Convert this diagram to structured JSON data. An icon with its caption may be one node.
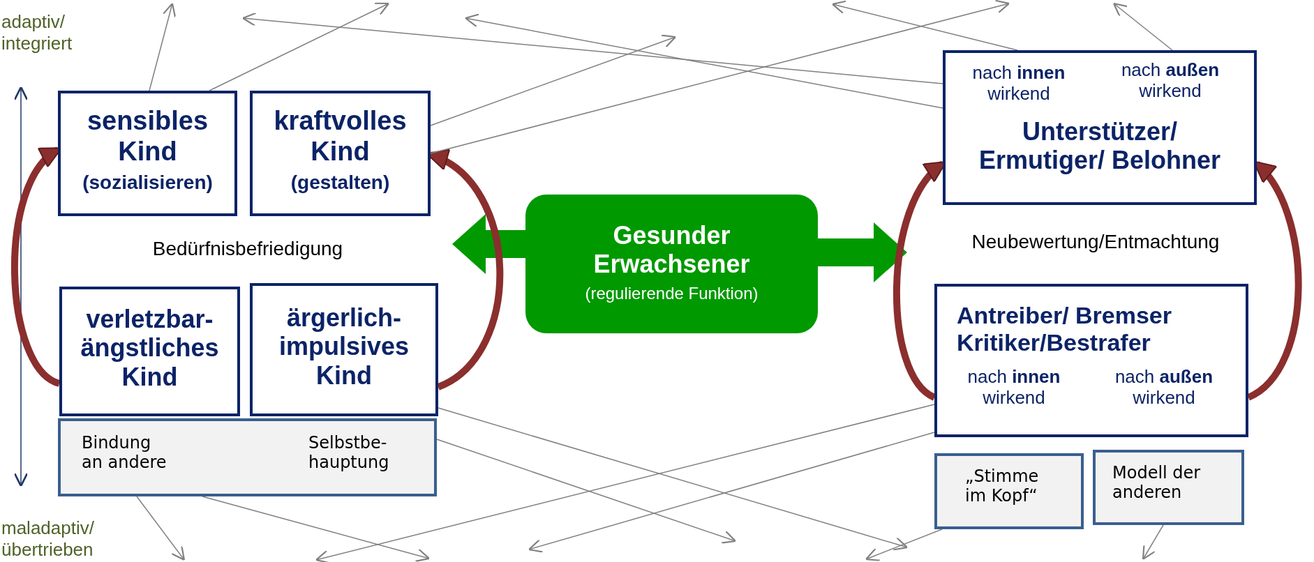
{
  "diagram": {
    "nodes": [
      {
        "text": [
          "sensibles Kind",
          "(sozialisieren)"
        ]
      },
      {
        "text": [
          "kraftvolles Kind",
          "(gestalten)"
        ]
      },
      {
        "text": [
          "verletzbar- ängstliches Kind"
        ]
      },
      {
        "text": [
          "ärgerlich- impulsives Kind"
        ]
      },
      {
        "text": [
          "Bindung an andere",
          "Selbstbe- hauptung"
        ]
      },
      {
        "text": [
          "Gesunder Erwachsener",
          "(regulierende Funktion)"
        ]
      },
      {
        "text": [
          "nach **innen** wirkend",
          "nach **außen** wirkend",
          "Unterstützer/ Ermutiger/ Belohner"
        ]
      },
      {
        "text": [
          "Antreiber/ Bremser Kritiker/Bestrafer",
          "nach **innen** wirkend",
          "nach **außen** wirkend"
        ]
      },
      {
        "text": [
          "„Stimme im Kopf“"
        ]
      },
      {
        "text": [
          "Modell der anderen"
        ]
      }
    ],
    "edges": [
      {
        "from": 5,
        "to": null,
        "arrow": "to",
        "style": "thick",
        "color": "#009900"
      },
      {
        "from": 5,
        "to": null,
        "arrow": "to",
        "style": "thick",
        "color": "#009900"
      },
      {
        "from": 2,
        "to": 0,
        "arrow": "to",
        "style": "thick",
        "color": "#8b2e2e"
      },
      {
        "from": 3,
        "to": 1,
        "arrow": "to",
        "style": "thick",
        "color": "#8b2e2e"
      },
      {
        "from": 7,
        "to": 6,
        "arrow": "to",
        "style": "thick",
        "color": "#8b2e2e"
      },
      {
        "from": 7,
        "to": 6,
        "arrow": "to",
        "style": "thick",
        "color": "#8b2e2e"
      },
      {
        "from": 0,
        "to": null,
        "arrow": "to"
      },
      {
        "from": 0,
        "to": null,
        "arrow": "to"
      },
      {
        "from": 6,
        "to": null,
        "arrow": "to"
      },
      {
        "from": 6,
        "to": null,
        "arrow": "to"
      },
      {
        "from": 1,
        "to": null,
        "arrow": "to"
      },
      {
        "from": 1,
        "to": null,
        "arrow": "to"
      },
      {
        "from": 6,
        "to": null,
        "arrow": "to"
      },
      {
        "from": 6,
        "to": null,
        "arrow": "to"
      },
      {
        "from": 4,
        "to": null,
        "arrow": "to"
      },
      {
        "from": 4,
        "to": null,
        "arrow": "to"
      },
      {
        "from": 3,
        "to": null,
        "arrow": "to"
      },
      {
        "from": 4,
        "to": null,
        "arrow": "to"
      },
      {
        "from": 7,
        "to": null,
        "arrow": "to"
      },
      {
        "from": 7,
        "to": null,
        "arrow": "to"
      },
      {
        "from": 8,
        "to": null,
        "arrow": "to"
      },
      {
        "from": 9,
        "to": null,
        "arrow": "to"
      }
    ],
    "labels": [
      "adaptiv/ integriert",
      "Bedürfnisbefriedigung",
      "Neubewertung/Entmachtung",
      "maladaptiv/ übertrieben"
    ]
  }
}
